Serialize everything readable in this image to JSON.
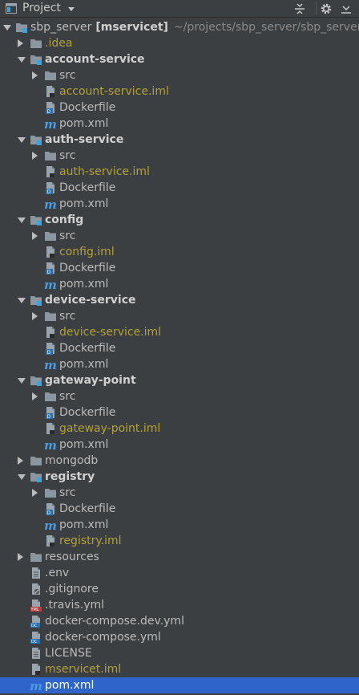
{
  "header": {
    "title": "Project"
  },
  "tree": [
    {
      "depth": 0,
      "arrow": "expanded",
      "icon": "module-folder",
      "label": "sbp_server",
      "bold_suffix": "[mservicet]",
      "extra": "~/projects/sbp_server/sbp_server",
      "color": "normal"
    },
    {
      "depth": 1,
      "arrow": "collapsed",
      "icon": "folder",
      "label": ".idea",
      "color": "olive"
    },
    {
      "depth": 1,
      "arrow": "expanded",
      "icon": "module-folder",
      "label": "account-service",
      "color": "bold"
    },
    {
      "depth": 2,
      "arrow": "collapsed",
      "icon": "folder",
      "label": "src",
      "color": "normal"
    },
    {
      "depth": 2,
      "arrow": "none",
      "icon": "iml-file",
      "label": "account-service.iml",
      "color": "olive"
    },
    {
      "depth": 2,
      "arrow": "none",
      "icon": "docker-file",
      "label": "Dockerfile",
      "color": "normal"
    },
    {
      "depth": 2,
      "arrow": "none",
      "icon": "maven-file",
      "label": "pom.xml",
      "color": "normal"
    },
    {
      "depth": 1,
      "arrow": "expanded",
      "icon": "module-folder",
      "label": "auth-service",
      "color": "bold"
    },
    {
      "depth": 2,
      "arrow": "collapsed",
      "icon": "folder",
      "label": "src",
      "color": "normal"
    },
    {
      "depth": 2,
      "arrow": "none",
      "icon": "iml-file",
      "label": "auth-service.iml",
      "color": "olive"
    },
    {
      "depth": 2,
      "arrow": "none",
      "icon": "docker-file",
      "label": "Dockerfile",
      "color": "normal"
    },
    {
      "depth": 2,
      "arrow": "none",
      "icon": "maven-file",
      "label": "pom.xml",
      "color": "normal"
    },
    {
      "depth": 1,
      "arrow": "expanded",
      "icon": "module-folder",
      "label": "config",
      "color": "bold"
    },
    {
      "depth": 2,
      "arrow": "collapsed",
      "icon": "folder",
      "label": "src",
      "color": "normal"
    },
    {
      "depth": 2,
      "arrow": "none",
      "icon": "iml-file",
      "label": "config.iml",
      "color": "olive"
    },
    {
      "depth": 2,
      "arrow": "none",
      "icon": "docker-file",
      "label": "Dockerfile",
      "color": "normal"
    },
    {
      "depth": 2,
      "arrow": "none",
      "icon": "maven-file",
      "label": "pom.xml",
      "color": "normal"
    },
    {
      "depth": 1,
      "arrow": "expanded",
      "icon": "module-folder",
      "label": "device-service",
      "color": "bold"
    },
    {
      "depth": 2,
      "arrow": "collapsed",
      "icon": "folder",
      "label": "src",
      "color": "normal"
    },
    {
      "depth": 2,
      "arrow": "none",
      "icon": "iml-file",
      "label": "device-service.iml",
      "color": "olive"
    },
    {
      "depth": 2,
      "arrow": "none",
      "icon": "docker-file",
      "label": "Dockerfile",
      "color": "normal"
    },
    {
      "depth": 2,
      "arrow": "none",
      "icon": "maven-file",
      "label": "pom.xml",
      "color": "normal"
    },
    {
      "depth": 1,
      "arrow": "expanded",
      "icon": "module-folder",
      "label": "gateway-point",
      "color": "bold"
    },
    {
      "depth": 2,
      "arrow": "collapsed",
      "icon": "folder",
      "label": "src",
      "color": "normal"
    },
    {
      "depth": 2,
      "arrow": "none",
      "icon": "docker-file",
      "label": "Dockerfile",
      "color": "normal"
    },
    {
      "depth": 2,
      "arrow": "none",
      "icon": "iml-file",
      "label": "gateway-point.iml",
      "color": "olive"
    },
    {
      "depth": 2,
      "arrow": "none",
      "icon": "maven-file",
      "label": "pom.xml",
      "color": "normal"
    },
    {
      "depth": 1,
      "arrow": "collapsed",
      "icon": "folder",
      "label": "mongodb",
      "color": "normal"
    },
    {
      "depth": 1,
      "arrow": "expanded",
      "icon": "module-folder",
      "label": "registry",
      "color": "bold"
    },
    {
      "depth": 2,
      "arrow": "collapsed",
      "icon": "folder",
      "label": "src",
      "color": "normal"
    },
    {
      "depth": 2,
      "arrow": "none",
      "icon": "docker-file",
      "label": "Dockerfile",
      "color": "normal"
    },
    {
      "depth": 2,
      "arrow": "none",
      "icon": "maven-file",
      "label": "pom.xml",
      "color": "normal"
    },
    {
      "depth": 2,
      "arrow": "none",
      "icon": "iml-file",
      "label": "registry.iml",
      "color": "olive"
    },
    {
      "depth": 1,
      "arrow": "collapsed",
      "icon": "folder",
      "label": "resources",
      "color": "normal"
    },
    {
      "depth": 1,
      "arrow": "none",
      "icon": "text-file",
      "label": ".env",
      "color": "normal"
    },
    {
      "depth": 1,
      "arrow": "none",
      "icon": "gitignore-file",
      "label": ".gitignore",
      "color": "normal"
    },
    {
      "depth": 1,
      "arrow": "none",
      "icon": "yml-file",
      "label": ".travis.yml",
      "color": "normal"
    },
    {
      "depth": 1,
      "arrow": "none",
      "icon": "docker-compose-file",
      "label": "docker-compose.dev.yml",
      "color": "normal"
    },
    {
      "depth": 1,
      "arrow": "none",
      "icon": "docker-compose-file",
      "label": "docker-compose.yml",
      "color": "normal"
    },
    {
      "depth": 1,
      "arrow": "none",
      "icon": "text-file",
      "label": "LICENSE",
      "color": "normal"
    },
    {
      "depth": 1,
      "arrow": "none",
      "icon": "iml-file",
      "label": "mservicet.iml",
      "color": "olive"
    },
    {
      "depth": 1,
      "arrow": "none",
      "icon": "maven-file",
      "label": "pom.xml",
      "color": "sel",
      "selected": true
    }
  ],
  "colors": {
    "olive": "#b1a13a",
    "folder": "#8c96a0",
    "module_dot": "#3fa2d8",
    "selection": "#2f65ca",
    "maven": "#4a9be0"
  },
  "icon_text": {
    "maven": "m",
    "docker": "D",
    "yml": "YML",
    "compose": "DC"
  }
}
